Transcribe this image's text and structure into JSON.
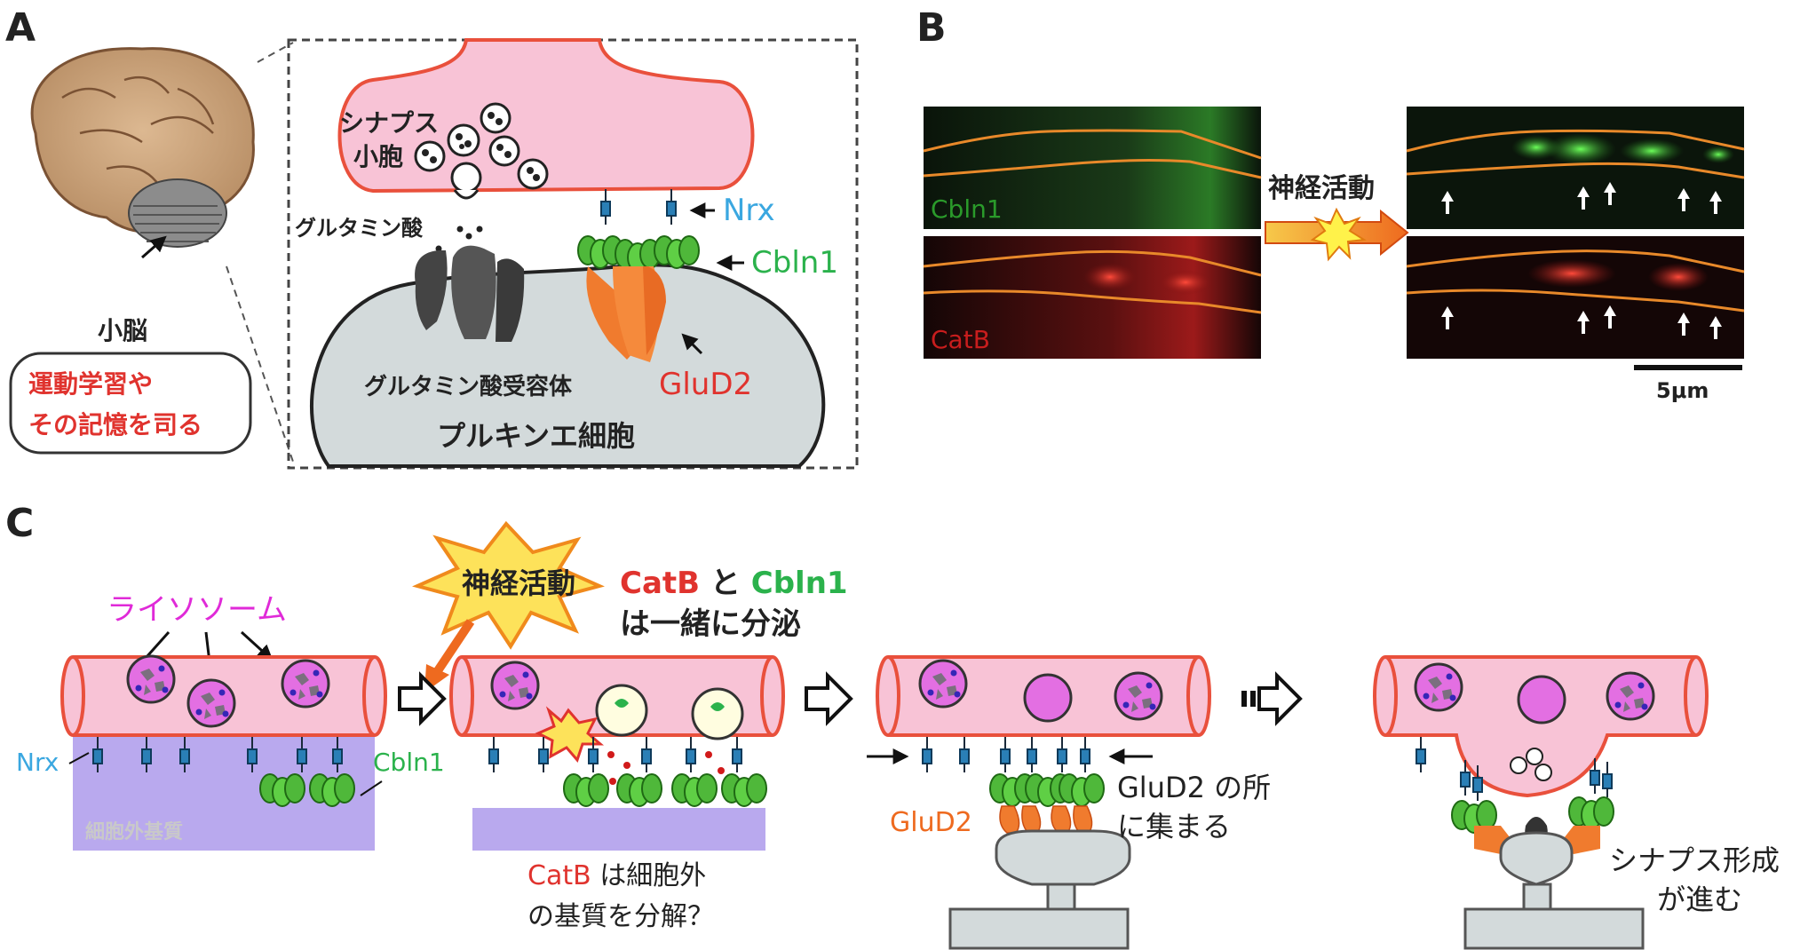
{
  "panel_labels": {
    "a": "A",
    "b": "B",
    "c": "C"
  },
  "panel_a": {
    "cerebellum_label": "小脳",
    "function_line1": "運動学習や",
    "function_line2": "その記憶を司る",
    "vesicle_label_line1": "シナプス",
    "vesicle_label_line2": "小胞",
    "glutamate_label": "グルタミン酸",
    "receptor_label": "グルタミン酸受容体",
    "purkinje_label": "プルキンエ細胞",
    "nrx_label": "Nrx",
    "cbln1_label": "Cbln1",
    "glud2_label": "GluD2"
  },
  "panel_b": {
    "stimulus_label": "神経活動",
    "cbln1_channel": "Cbln1",
    "catb_channel": "CatB",
    "scale_label": "5μm"
  },
  "panel_c": {
    "activity_label": "神経活動",
    "secretion_line1_catb": "CatB",
    "secretion_line1_mid": " と ",
    "secretion_line1_cbln1": "Cbln1",
    "secretion_line2": "は一緒に分泌",
    "lysosome_label": "ライソソーム",
    "nrx_label": "Nrx",
    "cbln1_label": "Cbln1",
    "matrix_label": "細胞外基質",
    "degrade_catb": "CatB",
    "degrade_line1_rest": " は細胞外",
    "degrade_line2": "の基質を分解？",
    "glud2_label": "GluD2",
    "gather_line1": "GluD2 の所",
    "gather_line2": "に集まる",
    "synapse_line1": "シナプス形成",
    "synapse_line2": "が進む"
  },
  "colors": {
    "pink": "#f8c3d6",
    "pink_border": "#e9503c",
    "green_label": "#2bb24c",
    "red_label": "#e0332e",
    "blue_label": "#3aa7e0",
    "orange": "#ee6a1f",
    "magenta": "#e02ad8",
    "purple_matrix": "#b9a9ee",
    "gray_cell": "#d3dadb"
  }
}
